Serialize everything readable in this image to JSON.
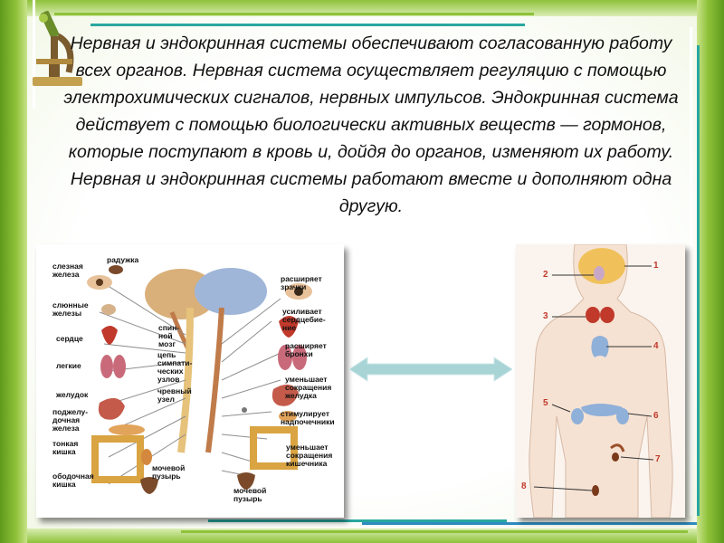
{
  "main_text": "Нервная и эндокринная системы обеспечивают согласованную работу всех органов. Нервная система осуществляет регуляцию с помощью электрохимических сигналов, нервных импульсов. Эндокринная система действует с помощью биологически активных веществ — гормонов, которые поступают в кровь и, дойдя до органов, изменяют их работу. Нервная и эндокринная системы работают вместе и дополняют одна другую.",
  "nervous_diagram": {
    "labels_left": [
      "слезная железа",
      "радужка",
      "слюнные железы",
      "сердце",
      "легкие",
      "желудок",
      "поджелу-дочная железа",
      "тонкая кишка",
      "ободочная кишка"
    ],
    "labels_center": [
      "спин-ной мозг",
      "цепь симпати-ческих узлов",
      "чревный узел",
      "мочевой пузырь"
    ],
    "labels_right": [
      "расширяет зрачки",
      "усиливает сердцебие-ние",
      "расширяет бронхи",
      "уменьшает сокращения желудка",
      "стимулирует надпочечники",
      "уменьшает сокращения кишечника",
      "мочевой пузырь"
    ]
  },
  "endocrine_diagram": {
    "numbers": [
      "1",
      "2",
      "3",
      "4",
      "5",
      "6",
      "7",
      "8"
    ]
  },
  "colors": {
    "green_dark": "#5f9a1c",
    "green_light": "#8fc23a",
    "arrow": "#a8d4d6"
  }
}
